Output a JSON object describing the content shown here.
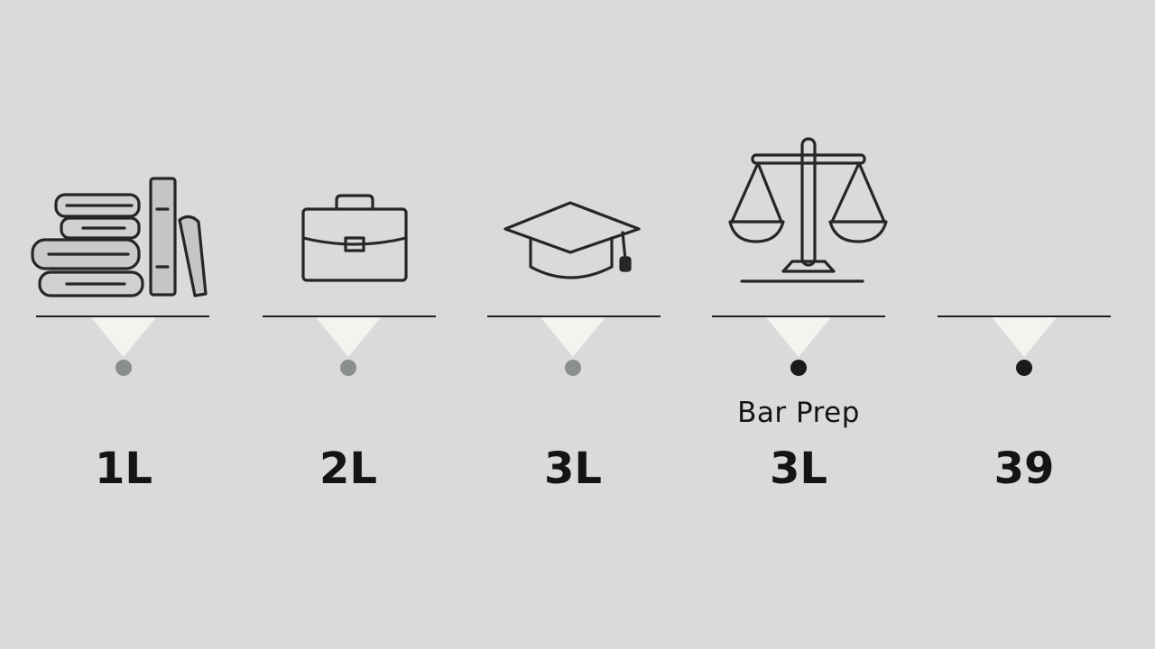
{
  "milestones": [
    {
      "label": "1L",
      "sublabel": "",
      "icon": "books-icon",
      "status": "past",
      "dot_color": "#8a8e8e"
    },
    {
      "label": "2L",
      "sublabel": "",
      "icon": "briefcase-icon",
      "status": "past",
      "dot_color": "#8a8e8e"
    },
    {
      "label": "3L",
      "sublabel": "",
      "icon": "graduation-cap-icon",
      "status": "past",
      "dot_color": "#8a8e8e"
    },
    {
      "label": "3L",
      "sublabel": "Bar Prep",
      "icon": "scales-of-justice-icon",
      "status": "current",
      "dot_color": "#1a1a1a"
    },
    {
      "label": "39",
      "sublabel": "",
      "icon": "",
      "status": "current",
      "dot_color": "#1a1a1a"
    }
  ],
  "colors": {
    "background": "#d9dad9",
    "ink": "#1f1f1f",
    "beam": "#f3f3f0"
  }
}
